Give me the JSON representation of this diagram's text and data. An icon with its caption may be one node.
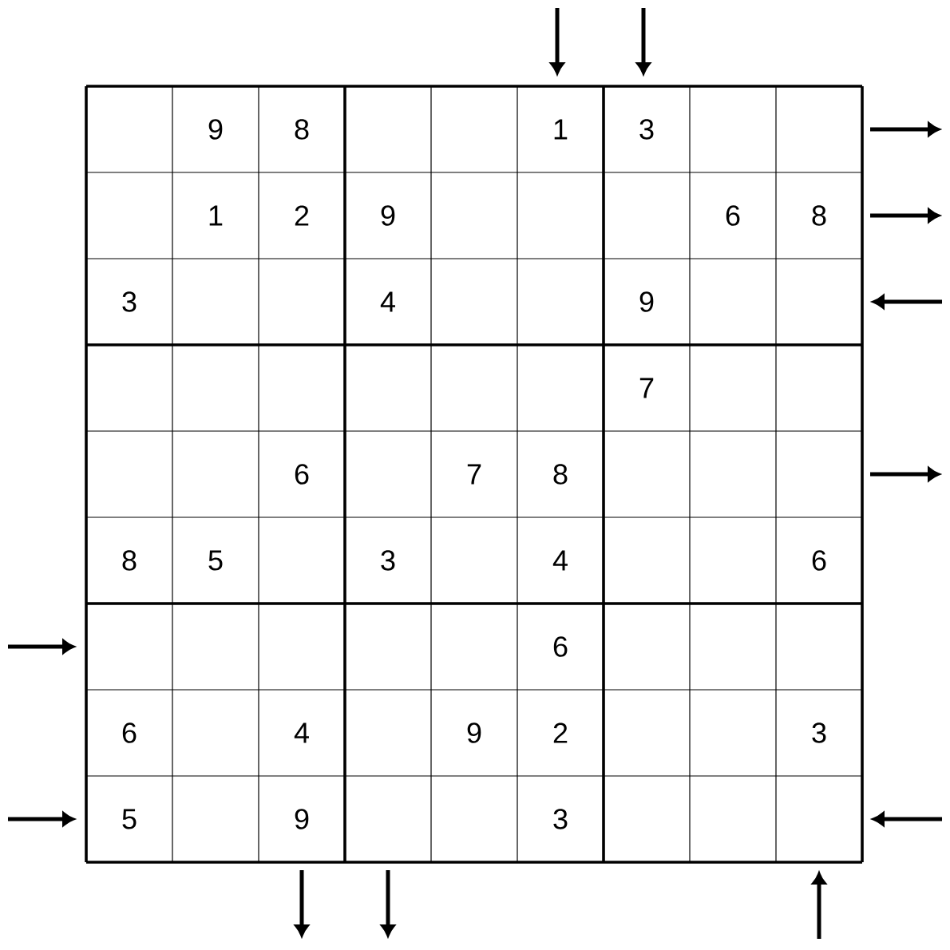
{
  "diagram": {
    "labels": [
      "9",
      "8",
      "1",
      "3",
      "1",
      "2",
      "9",
      "6",
      "8",
      "3",
      "4",
      "9",
      "7",
      "6",
      "7",
      "8",
      "8",
      "5",
      "3",
      "4",
      "6",
      "6",
      "6",
      "4",
      "9",
      "2",
      "3",
      "5",
      "9",
      "3"
    ]
  }
}
